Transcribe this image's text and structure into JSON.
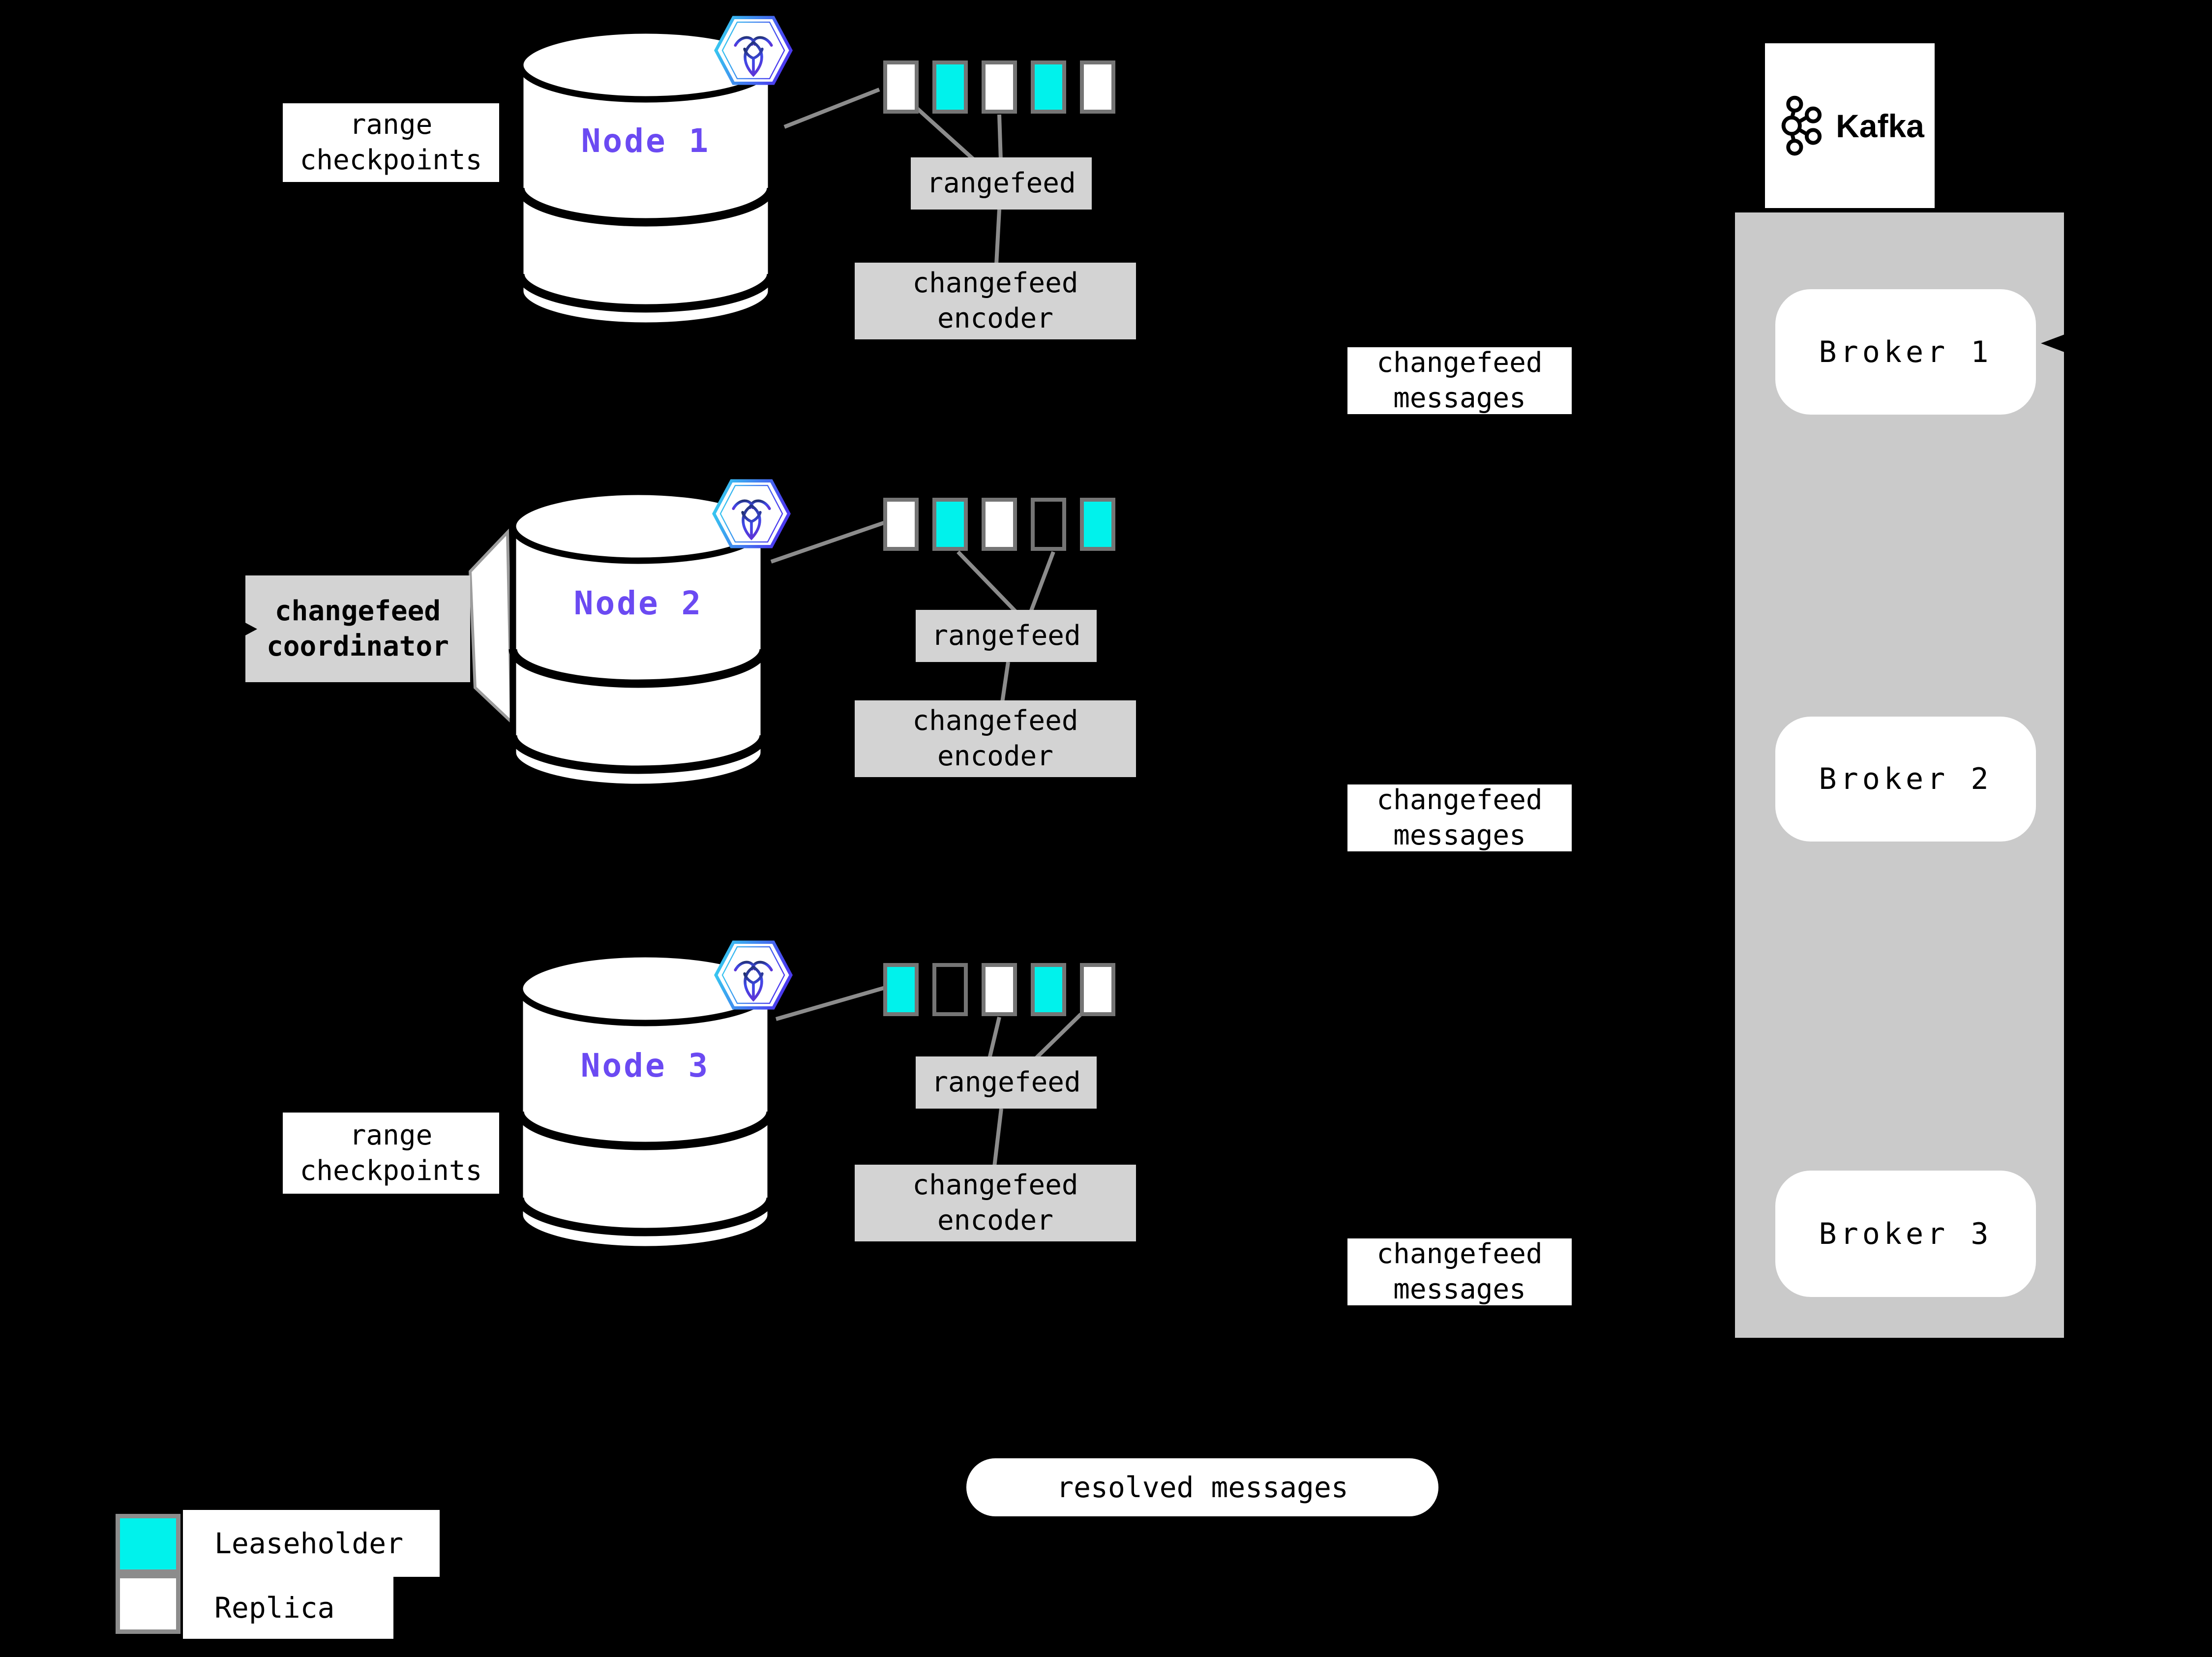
{
  "colors": {
    "background": "#000000",
    "leaseholder": "#00F2EC",
    "replica": "#FFFFFF",
    "node_label_purple": "#6B4AF2",
    "process_box_gray": "#D3D3D3",
    "kafka_panel_gray": "#CACACA",
    "connector_gray": "#8C8C8C",
    "square_border_gray": "#757575"
  },
  "nodes": [
    {
      "label": "Node 1",
      "side_label": "range\ncheckpoints",
      "rangefeed": "rangefeed",
      "encoder": "changefeed\nencoder",
      "message_label": "changefeed\nmessages",
      "replicas": [
        "replica",
        "leaseholder",
        "replica",
        "leaseholder",
        "replica"
      ]
    },
    {
      "label": "Node 2",
      "side_label": "changefeed\ncoordinator",
      "rangefeed": "rangefeed",
      "encoder": "changefeed\nencoder",
      "message_label": "changefeed\nmessages",
      "replicas": [
        "replica",
        "leaseholder",
        "replica",
        "empty",
        "leaseholder"
      ]
    },
    {
      "label": "Node 3",
      "side_label": "range\ncheckpoints",
      "rangefeed": "rangefeed",
      "encoder": "changefeed\nencoder",
      "message_label": "changefeed\nmessages",
      "replicas": [
        "leaseholder",
        "empty",
        "replica",
        "leaseholder",
        "replica"
      ]
    }
  ],
  "kafka": {
    "logo_text": "Kafka",
    "brokers": [
      {
        "label": "Broker 1"
      },
      {
        "label": "Broker 2"
      },
      {
        "label": "Broker 3"
      }
    ]
  },
  "resolved_label": "resolved messages",
  "legend": {
    "items": [
      {
        "kind": "leaseholder",
        "label": "Leaseholder"
      },
      {
        "kind": "replica",
        "label": "Replica"
      }
    ]
  }
}
